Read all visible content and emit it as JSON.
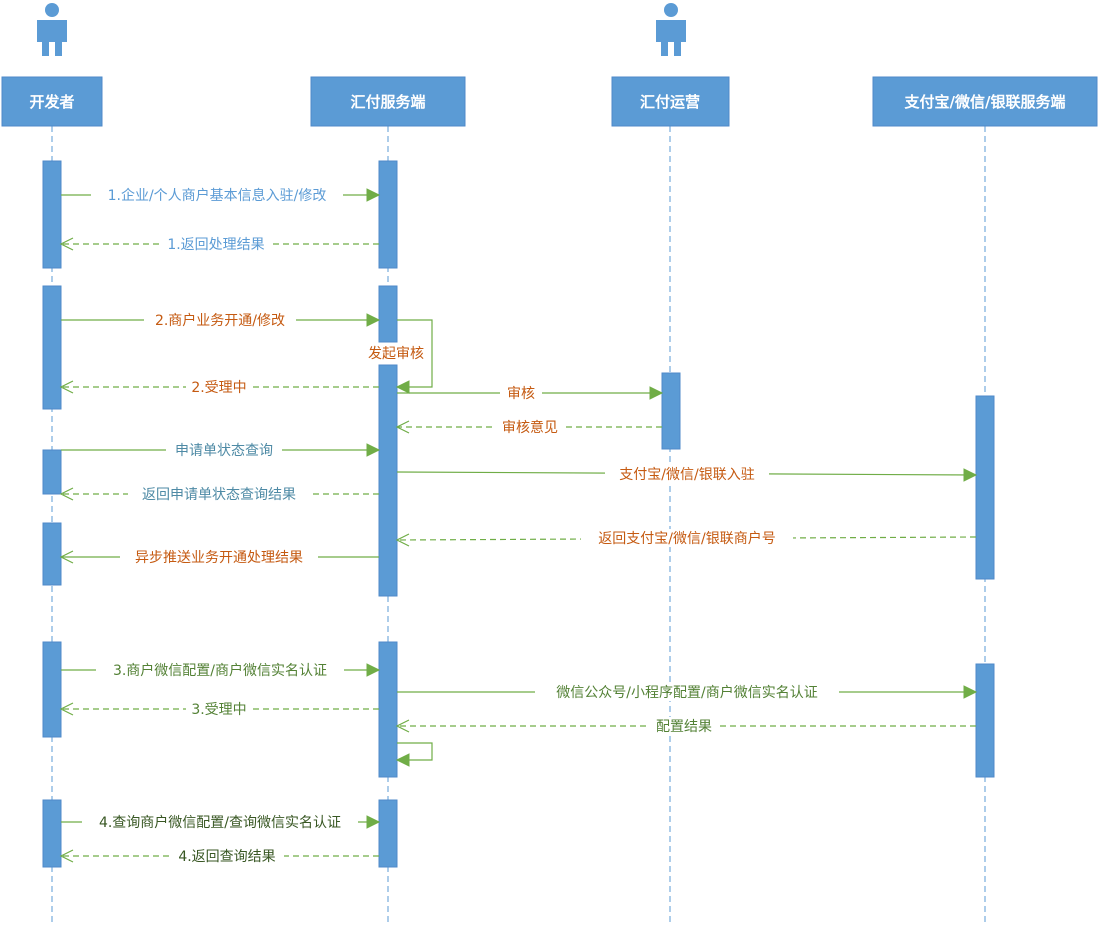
{
  "participants": [
    {
      "id": "dev",
      "label": "开发者",
      "actor": true
    },
    {
      "id": "huifu",
      "label": "汇付服务端",
      "actor": false
    },
    {
      "id": "ops",
      "label": "汇付运营",
      "actor": true
    },
    {
      "id": "pay",
      "label": "支付宝/微信/银联服务端",
      "actor": false
    }
  ],
  "colors": {
    "participant_fill": "#5b9bd5",
    "lifeline": "#5b9bd5",
    "arrow": "#70ad47",
    "label_blue": "#5b9bd5",
    "label_brown": "#c55a11",
    "label_green": "#538135",
    "label_teal": "#4e8aa5"
  },
  "messages": [
    {
      "id": "m1",
      "label": "1.企业/个人商户基本信息入驻/修改",
      "color": "#5b9bd5"
    },
    {
      "id": "m2",
      "label": "1.返回处理结果",
      "color": "#5b9bd5"
    },
    {
      "id": "m3",
      "label": "2.商户业务开通/修改",
      "color": "#c55a11"
    },
    {
      "id": "m4",
      "label": "发起审核",
      "color": "#c55a11"
    },
    {
      "id": "m5",
      "label": "2.受理中",
      "color": "#c55a11"
    },
    {
      "id": "m6",
      "label": "审核",
      "color": "#c55a11"
    },
    {
      "id": "m7",
      "label": "审核意见",
      "color": "#c55a11"
    },
    {
      "id": "m8",
      "label": "申请单状态查询",
      "color": "#4e8aa5"
    },
    {
      "id": "m9",
      "label": "支付宝/微信/银联入驻",
      "color": "#c55a11"
    },
    {
      "id": "m10",
      "label": "返回申请单状态查询结果",
      "color": "#4e8aa5"
    },
    {
      "id": "m11",
      "label": "返回支付宝/微信/银联商户号",
      "color": "#c55a11"
    },
    {
      "id": "m12",
      "label": "异步推送业务开通处理结果",
      "color": "#c55a11"
    },
    {
      "id": "m13",
      "label": "3.商户微信配置/商户微信实名认证",
      "color": "#538135"
    },
    {
      "id": "m14",
      "label": "微信公众号/小程序配置/商户微信实名认证",
      "color": "#538135"
    },
    {
      "id": "m15",
      "label": "3.受理中",
      "color": "#538135"
    },
    {
      "id": "m16",
      "label": "配置结果",
      "color": "#538135"
    },
    {
      "id": "m17",
      "label": "4.查询商户微信配置/查询微信实名认证",
      "color": "#385723"
    },
    {
      "id": "m18",
      "label": "4.返回查询结果",
      "color": "#385723"
    }
  ]
}
